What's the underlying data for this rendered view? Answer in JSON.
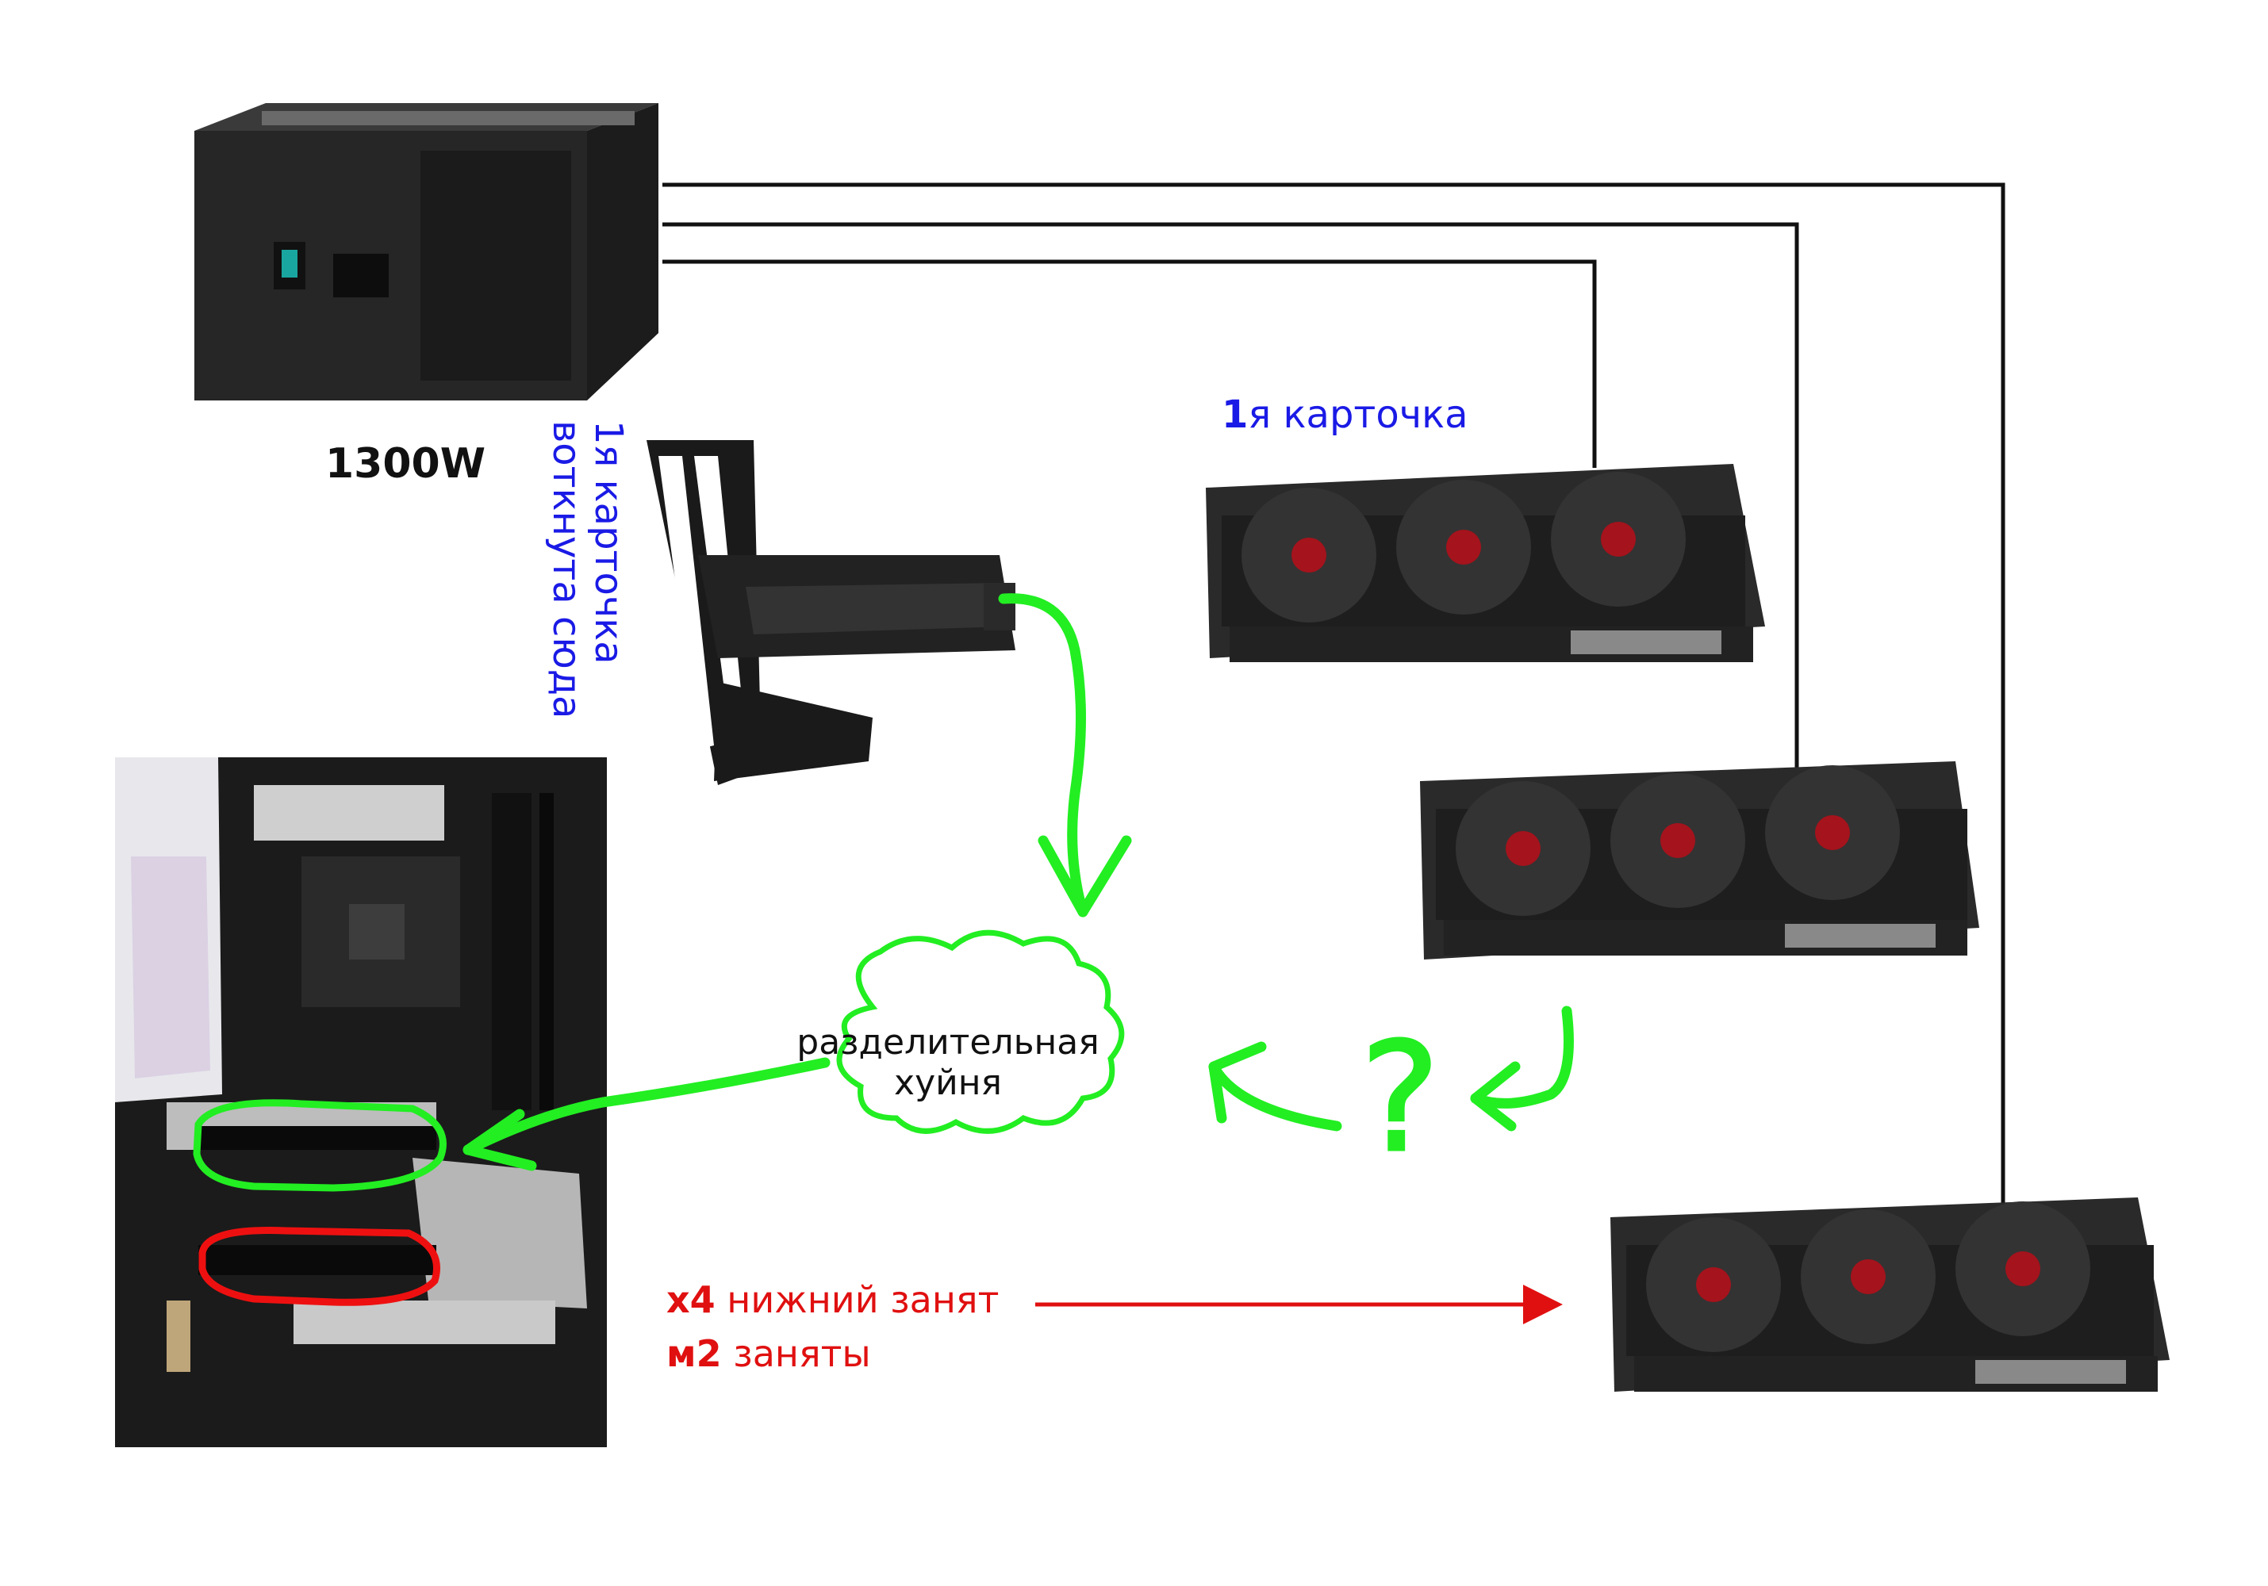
{
  "labels": {
    "psu_wattage": "1300W",
    "card1_prefix": "1",
    "card1_text": "я карточка",
    "riser_line1": "1я карточка",
    "riser_line2": "воткнута сюда",
    "splitter_line1": "разделительная",
    "splitter_line2": "хуйня",
    "question": "?",
    "x4_prefix": "x4",
    "x4_text": " нижний занят",
    "m2_prefix": "м2",
    "m2_text": " заняты"
  },
  "colors": {
    "label_blue": "#1a1ae6",
    "label_red": "#e01010",
    "arrow_green": "#22ee22",
    "slot_highlight_green": "#22ee22",
    "slot_highlight_red": "#ee1010",
    "cable": "#111111"
  },
  "icons": [
    "power-supply-icon",
    "riser-bracket-icon",
    "graphics-card-icon",
    "motherboard-icon",
    "cloud-icon"
  ]
}
